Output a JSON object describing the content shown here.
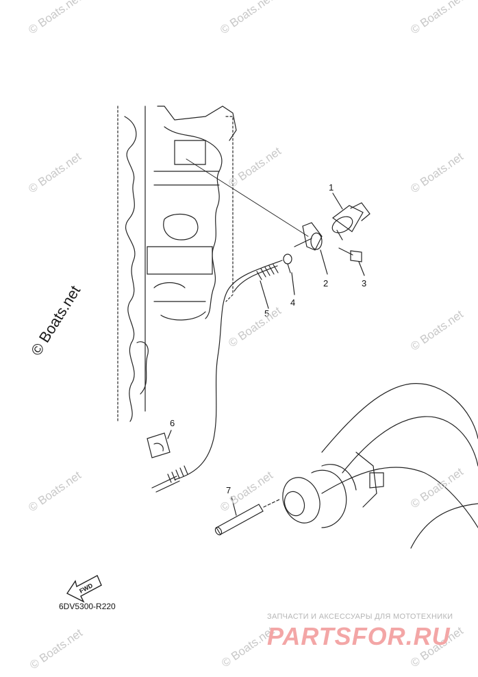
{
  "watermark": "© Boats.net",
  "callouts": [
    "1",
    "2",
    "3",
    "4",
    "5",
    "6",
    "7"
  ],
  "arrow_label": "FWD",
  "diagram_code": "6DV5300-R220",
  "brand": {
    "subtitle": "ЗАПЧАСТИ И АКСЕССУАРЫ ДЛЯ МОТОТЕХНИКИ",
    "name": "PARTSFOR.RU",
    "color": "#f3a6a6"
  }
}
